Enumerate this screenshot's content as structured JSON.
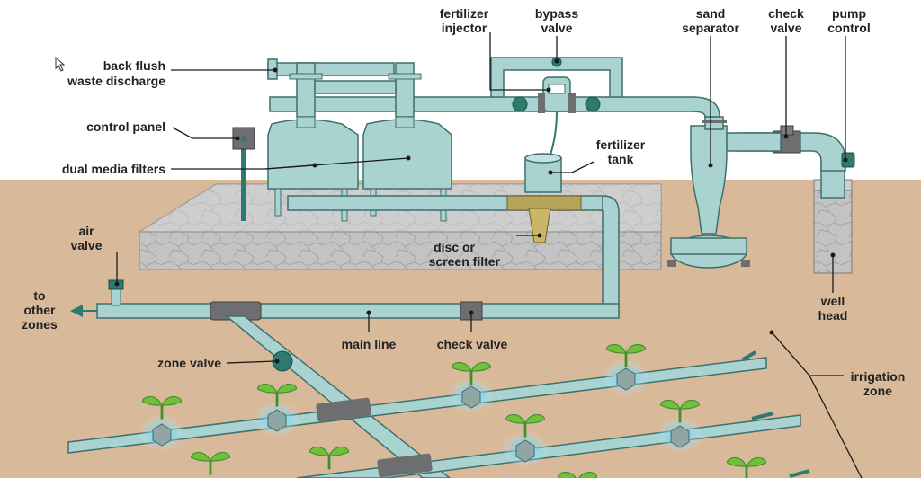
{
  "labels": {
    "fertilizer_injector": [
      "fertilizer",
      "injector"
    ],
    "bypass_valve": [
      "bypass",
      "valve"
    ],
    "sand_separator": [
      "sand",
      "separator"
    ],
    "check_valve_top": [
      "check",
      "valve"
    ],
    "pump_control": [
      "pump",
      "control"
    ],
    "back_flush": [
      "back flush",
      "waste discharge"
    ],
    "control_panel": "control panel",
    "dual_media_filters": "dual media filters",
    "fertilizer_tank": [
      "fertilizer",
      "tank"
    ],
    "air_valve": [
      "air",
      "valve"
    ],
    "disc_filter": [
      "disc or",
      "screen filter"
    ],
    "to_other_zones": [
      "to",
      "other",
      "zones"
    ],
    "main_line": "main line",
    "check_valve_main": "check valve",
    "well_head": [
      "well",
      "head"
    ],
    "zone_valve": "zone valve",
    "irrigation_zone": [
      "irrigation",
      "zone"
    ]
  },
  "colors": {
    "sky": "#ffffff",
    "ground": "#d7b89a",
    "pipe_fill": "#a9d3d0",
    "pipe_stroke": "#3f6f6c",
    "concrete": "#bfbfbf",
    "fitting": "#6d6e70",
    "valve_teal": "#2e7a6e",
    "filter_brass": "#b7a45b",
    "leaf": "#6fb83a",
    "water_glow": "#6fd0ef"
  },
  "icons": [
    "cursor-icon",
    "arrow-left-icon"
  ]
}
